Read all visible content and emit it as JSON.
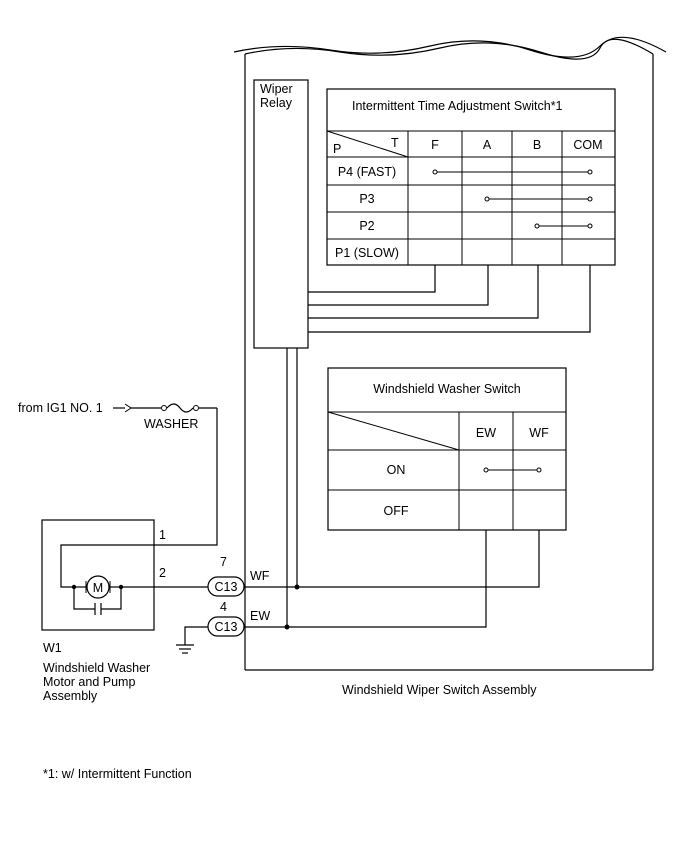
{
  "assembly": {
    "label": "Windshield Wiper Switch Assembly"
  },
  "relay": {
    "label_line1": "Wiper",
    "label_line2": "Relay"
  },
  "intermittent_switch": {
    "title": "Intermittent Time Adjustment Switch*1",
    "corner_row": "P",
    "corner_col": "T",
    "columns": [
      "F",
      "A",
      "B",
      "COM"
    ],
    "rows": [
      "P4 (FAST)",
      "P3",
      "P2",
      "P1 (SLOW)"
    ]
  },
  "washer_switch": {
    "title": "Windshield Washer Switch",
    "columns": [
      "EW",
      "WF"
    ],
    "rows": [
      "ON",
      "OFF"
    ]
  },
  "power": {
    "source": "from IG1 NO. 1",
    "fuse": "WASHER"
  },
  "motor": {
    "symbol": "M",
    "pin1": "1",
    "pin2": "2",
    "code": "W1",
    "name_line1": "Windshield Washer",
    "name_line2": "Motor and Pump",
    "name_line3": "Assembly"
  },
  "connectors": {
    "wf_pin": "7",
    "wf_conn": "C13",
    "wf_label": "WF",
    "ew_pin": "4",
    "ew_conn": "C13",
    "ew_label": "EW"
  },
  "footnote": "*1: w/ Intermittent Function"
}
